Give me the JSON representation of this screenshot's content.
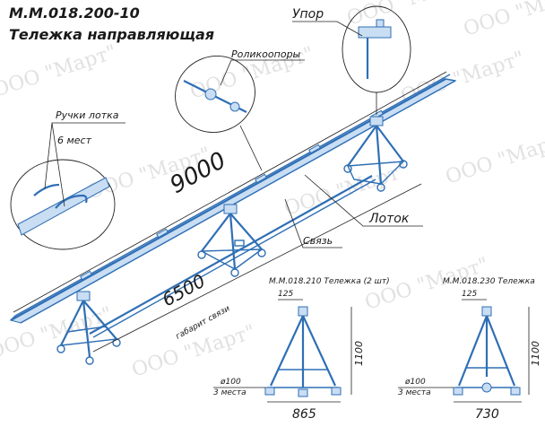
{
  "title": {
    "code": "М.М.018.200-10",
    "name": "Тележка направляющая"
  },
  "callouts": {
    "stop": "Упор",
    "roller_supports": "Роликоопоры",
    "tray_handles_line1": "Ручки лотка",
    "tray_handles_line2": "6 мест",
    "tray": "Лоток",
    "link": "Связь"
  },
  "dimensions": {
    "length_total": "9000",
    "length_link": "6500",
    "length_link_note": "габарит связи"
  },
  "views": {
    "left": {
      "caption": "М.М.018.210 Тележка (2 шт)",
      "dim_top": "125",
      "dim_height": "1100",
      "dim_width": "865",
      "wheel_diam": "ø100",
      "wheel_count": "3 места"
    },
    "right": {
      "caption": "М.М.018.230 Тележка",
      "dim_top": "125",
      "dim_height": "1100",
      "dim_width": "730",
      "wheel_diam": "ø100",
      "wheel_count": "3 места"
    }
  },
  "watermark": "ООО \"Март\"",
  "colors": {
    "frame": "#2f6fb5",
    "frame_fill": "#c9ddf3",
    "lines": "#222222",
    "watermark": "#c9c9c9"
  }
}
